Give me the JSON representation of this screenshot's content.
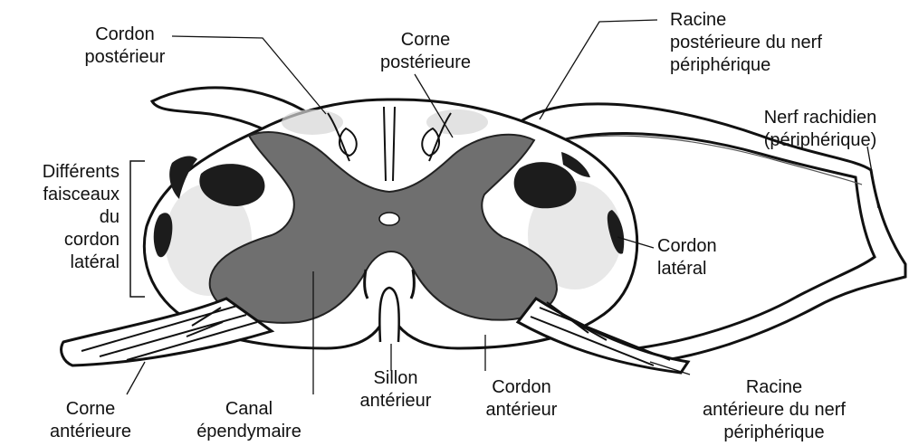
{
  "colors": {
    "ink": "#111111",
    "gray_matter": "#6f6f6f",
    "white_matter": "#ffffff",
    "bundle_dark": "#1c1c1c",
    "bundle_light": "#b9b9b9"
  },
  "labels": {
    "cordon_posterieur": [
      "Cordon",
      "postérieur"
    ],
    "corne_posterieure": [
      "Corne",
      "postérieure"
    ],
    "racine_posterieure": [
      "Racine",
      "postérieure du nerf",
      "périphérique"
    ],
    "nerf_rachidien": [
      "Nerf rachidien",
      "(périphérique)"
    ],
    "faisceaux": [
      "Différents",
      "faisceaux",
      "du",
      "cordon",
      "latéral"
    ],
    "cordon_lateral": [
      "Cordon",
      "latéral"
    ],
    "corne_anterieure": [
      "Corne",
      "antérieure"
    ],
    "canal": [
      "Canal",
      "épendymaire"
    ],
    "sillon": [
      "Sillon",
      "antérieur"
    ],
    "cordon_anterieur": [
      "Cordon",
      "antérieur"
    ],
    "racine_anterieure": [
      "Racine",
      "antérieure du nerf",
      "périphérique"
    ]
  }
}
